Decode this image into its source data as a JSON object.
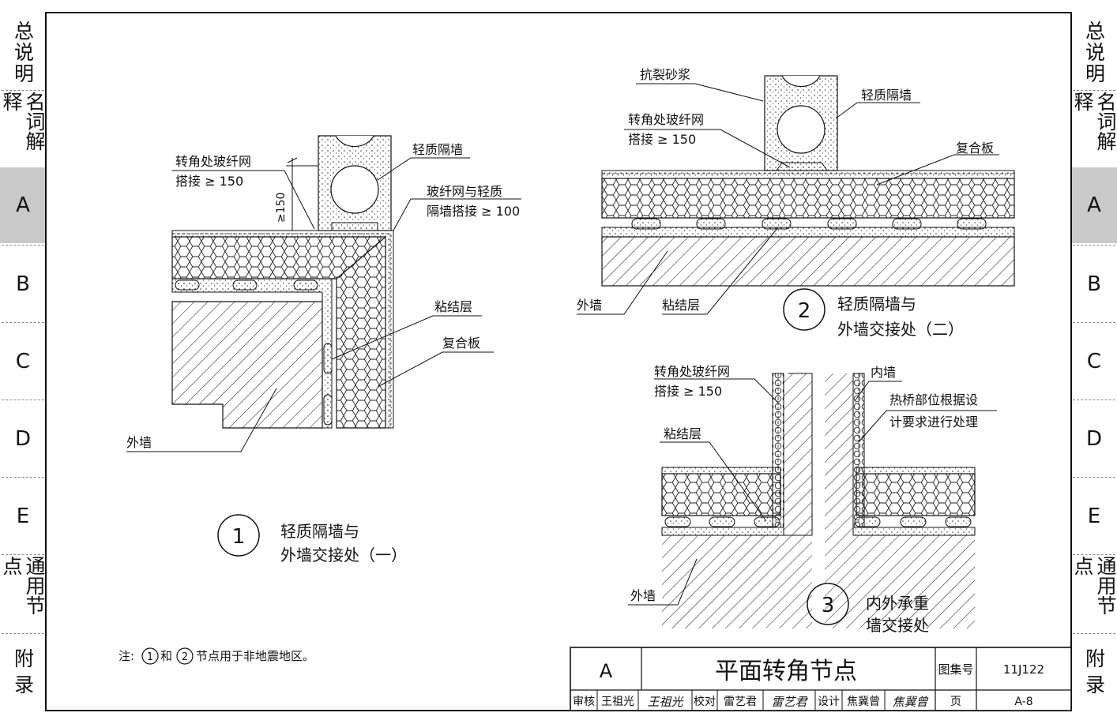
{
  "side_tabs": [
    {
      "label": "总说明",
      "active": false
    },
    {
      "label": "名词解释",
      "active": false
    },
    {
      "label": "A",
      "active": true
    },
    {
      "label": "B",
      "active": false
    },
    {
      "label": "C",
      "active": false
    },
    {
      "label": "D",
      "active": false
    },
    {
      "label": "E",
      "active": false
    },
    {
      "label": "通用节点",
      "active": false
    },
    {
      "label": "附录",
      "active": false
    }
  ],
  "detail1": {
    "num": "1",
    "title_line1": "轻质隔墙与",
    "title_line2": "外墙交接处（一）",
    "mesh_label_line1": "转角处玻纤网",
    "mesh_label_line2": "搭接 ≥ 150",
    "dim_label": "≥150",
    "partition_label": "轻质隔墙",
    "overlap_label_line1": "玻纤网与轻质",
    "overlap_label_line2": "隔墙搭接 ≥ 100",
    "adhesive_label": "粘结层",
    "composite_label": "复合板",
    "exterior_label": "外墙"
  },
  "detail2": {
    "num": "2",
    "title_line1": "轻质隔墙与",
    "title_line2": "外墙交接处（二）",
    "mortar_label": "抗裂砂浆",
    "partition_label": "轻质隔墙",
    "mesh_label_line1": "转角处玻纤网",
    "mesh_label_line2": "搭接 ≥ 150",
    "composite_label": "复合板",
    "exterior_label": "外墙",
    "adhesive_label": "粘结层"
  },
  "detail3": {
    "num": "3",
    "title_line1": "内外承重",
    "title_line2": "墙交接处",
    "mesh_label_line1": "转角处玻纤网",
    "mesh_label_line2": "搭接 ≥ 150",
    "inner_label": "内墙",
    "bridge_label_line1": "热桥部位根据设",
    "bridge_label_line2": "计要求进行处理",
    "adhesive_label": "粘结层",
    "exterior_label": "外墙"
  },
  "note": {
    "prefix": "注:",
    "n1": "1",
    "mid": "和",
    "n2": "2",
    "suffix": "节点用于非地震地区。"
  },
  "title_block": {
    "section": "A",
    "title": "平面转角节点",
    "atlas_label": "图集号",
    "atlas_value": "11J122",
    "reviewer_label": "审核",
    "reviewer_name": "王祖光",
    "reviewer_sign": "王祖光",
    "checker_label": "校对",
    "checker_name": "雷艺君",
    "checker_sign": "雷艺君",
    "designer_label": "设计",
    "designer_name": "焦冀曾",
    "designer_sign": "焦冀曾",
    "page_label": "页",
    "page_value": "A-8"
  }
}
